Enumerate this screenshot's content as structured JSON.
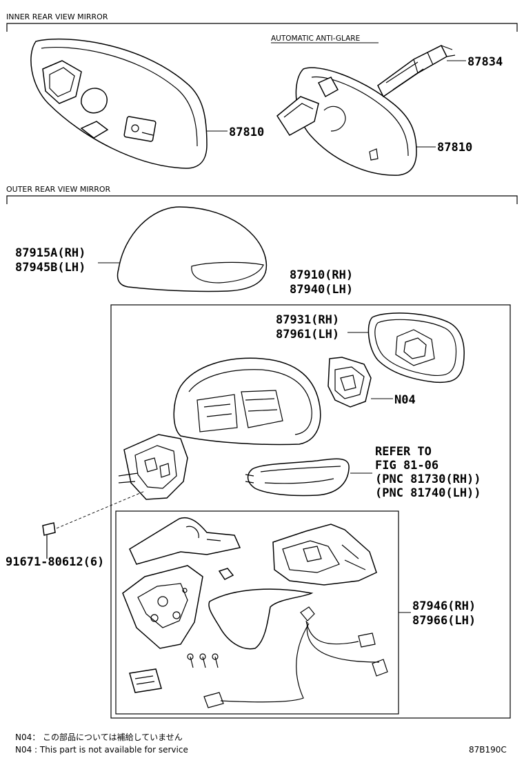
{
  "sections": {
    "inner_title": "INNER REAR VIEW MIRROR",
    "outer_title": "OUTER REAR VIEW MIRROR"
  },
  "inner": {
    "anti_glare_label": "AUTOMATIC ANTI-GLARE",
    "part_87834": "87834",
    "part_87810_left": "87810",
    "part_87810_right": "87810"
  },
  "outer": {
    "cover_rh": "87915A(RH)",
    "cover_lh": "87945B(LH)",
    "assy_rh": "87910(RH)",
    "assy_lh": "87940(LH)",
    "glass_rh": "87931(RH)",
    "glass_lh": "87961(LH)",
    "n04": "N04",
    "refer_1": "REFER TO",
    "refer_2": "FIG 81-06",
    "refer_3": "(PNC 81730(RH))",
    "refer_4": "(PNC 81740(LH))",
    "screw": "91671-80612(6)",
    "sub_rh": "87946(RH)",
    "sub_lh": "87966(LH)"
  },
  "footer": {
    "note_jp": "N04： この部品については補給していません",
    "note_en": "N04 :  This part is not available for service",
    "figure_code": "87B190C"
  }
}
